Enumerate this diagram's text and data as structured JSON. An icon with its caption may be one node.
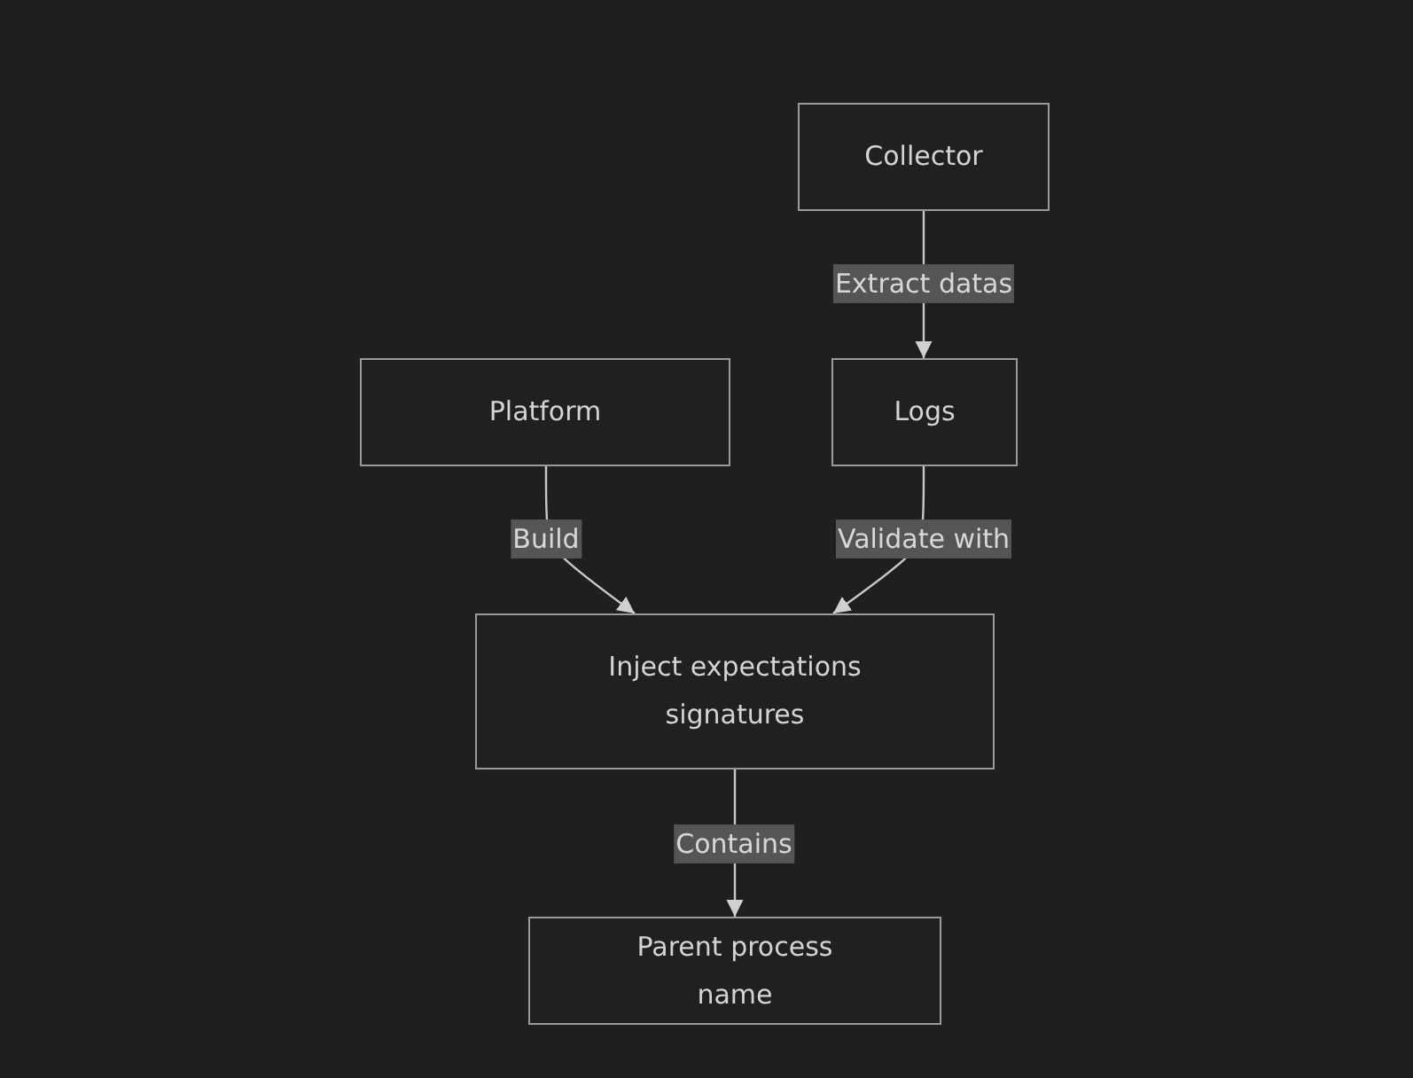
{
  "diagram": {
    "nodes": [
      {
        "text": [
          "Collector"
        ]
      },
      {
        "text": [
          "Platform"
        ]
      },
      {
        "text": [
          "Logs"
        ]
      },
      {
        "text": [
          "Inject expectations signatures"
        ]
      },
      {
        "text": [
          "Parent process name"
        ]
      }
    ],
    "edges": [
      {
        "from": 0,
        "to": 2,
        "arrow": "to",
        "label": "Extract datas"
      },
      {
        "from": 1,
        "to": 3,
        "arrow": "to",
        "label": "Build"
      },
      {
        "from": 2,
        "to": 3,
        "arrow": "to",
        "label": "Validate with"
      },
      {
        "from": 3,
        "to": 4,
        "arrow": "to",
        "label": "Contains"
      }
    ]
  }
}
